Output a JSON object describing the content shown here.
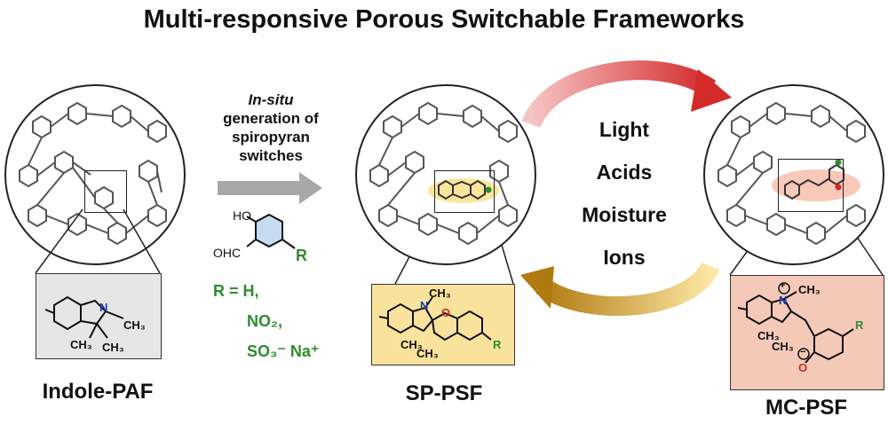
{
  "title": "Multi-responsive Porous Switchable Frameworks",
  "labels": {
    "indole": "Indole-PAF",
    "sp": "SP-PSF",
    "mc": "MC-PSF"
  },
  "step": {
    "line1": "In-situ",
    "line2": "generation of",
    "line3": "spiropyran",
    "line4": "switches"
  },
  "reagent": {
    "ho": "HO",
    "ohc": "OHC",
    "r": "R",
    "r_eq": "R = H,",
    "no2": "NO₂,",
    "so3": "SO₃⁻ Na⁺"
  },
  "stimuli": [
    "Light",
    "Acids",
    "Moisture",
    "Ions"
  ],
  "struct_labels": {
    "n": "N",
    "ch3": "CH₃",
    "o": "O",
    "r": "R",
    "plus": "+",
    "minus": "−"
  },
  "colors": {
    "sp_panel": "#f9e39c",
    "mc_panel": "#f5c9b8",
    "indole_panel": "#e6e6e6",
    "arrow_red": "#d42a2a",
    "arrow_gold": "#e8b320",
    "gray_arrow": "#a8a8a8",
    "green_text": "#2e8b2e"
  }
}
